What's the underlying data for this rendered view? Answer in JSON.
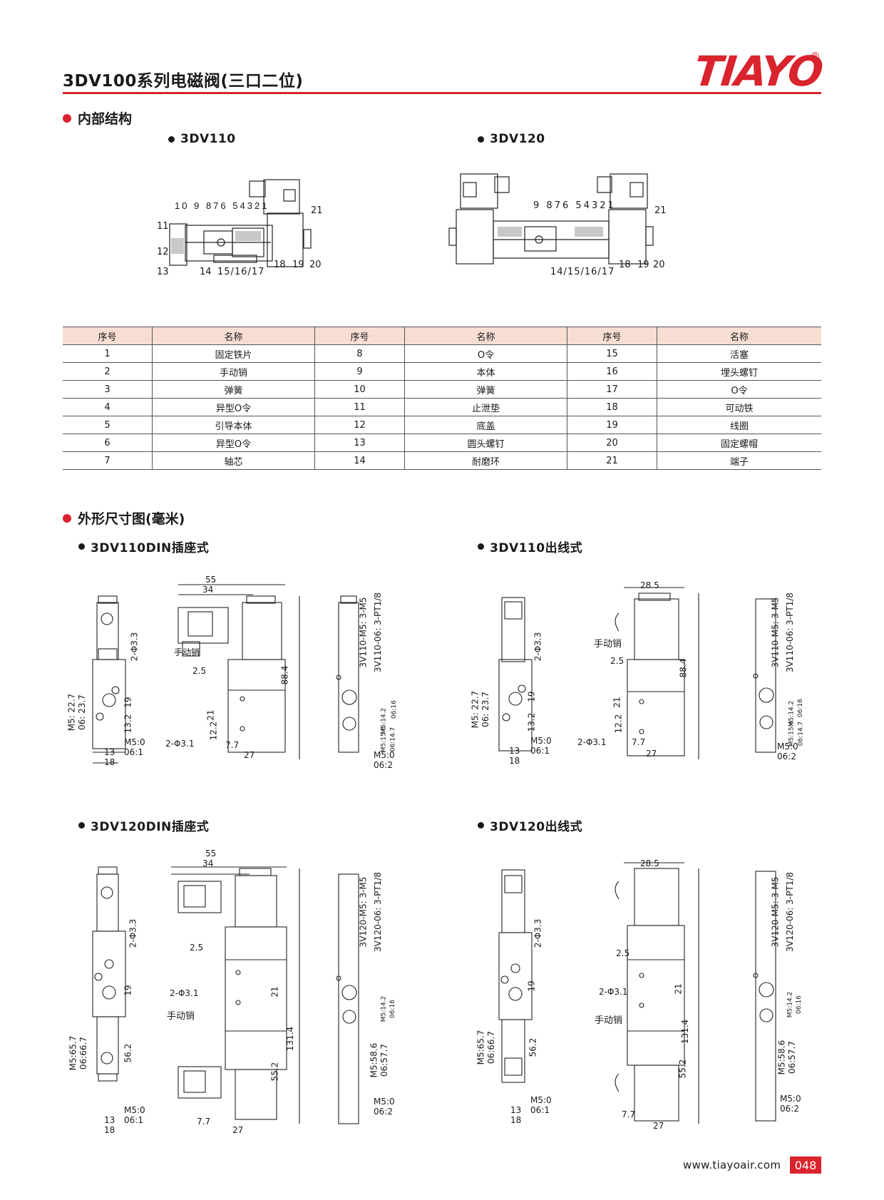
{
  "header": {
    "title": "3DV100系列电磁阀(三口二位)",
    "logo": "TIAYO",
    "logo_mark": "®"
  },
  "section_internal": {
    "title": "内部结构",
    "left_model": "3DV110",
    "right_model": "3DV120"
  },
  "callouts": [
    "1",
    "2",
    "3",
    "4",
    "5",
    "6",
    "7",
    "8",
    "9",
    "10",
    "11",
    "12",
    "13",
    "14",
    "15",
    "16",
    "17",
    "18",
    "19",
    "20",
    "21"
  ],
  "parts_table": {
    "col_no": "序号",
    "col_name": "名称",
    "rows": [
      [
        {
          "no": "1",
          "name": "固定铁片"
        },
        {
          "no": "8",
          "name": "O令"
        },
        {
          "no": "15",
          "name": "活塞"
        }
      ],
      [
        {
          "no": "2",
          "name": "手动销"
        },
        {
          "no": "9",
          "name": "本体"
        },
        {
          "no": "16",
          "name": "埋头螺钉"
        }
      ],
      [
        {
          "no": "3",
          "name": "弹簧"
        },
        {
          "no": "10",
          "name": "弹簧"
        },
        {
          "no": "17",
          "name": "O令"
        }
      ],
      [
        {
          "no": "4",
          "name": "异型O令"
        },
        {
          "no": "11",
          "name": "止泄垫"
        },
        {
          "no": "18",
          "name": "可动铁"
        }
      ],
      [
        {
          "no": "5",
          "name": "引导本体"
        },
        {
          "no": "12",
          "name": "底盖"
        },
        {
          "no": "19",
          "name": "线圈"
        }
      ],
      [
        {
          "no": "6",
          "name": "异型O令"
        },
        {
          "no": "13",
          "name": "圆头螺钉"
        },
        {
          "no": "20",
          "name": "固定螺帽"
        }
      ],
      [
        {
          "no": "7",
          "name": "轴芯"
        },
        {
          "no": "14",
          "name": "耐磨环"
        },
        {
          "no": "21",
          "name": "端子"
        }
      ]
    ]
  },
  "section_dimensions": {
    "title": "外形尺寸图(毫米)",
    "d1": "3DV110DIN插座式",
    "d2": "3DV110出线式",
    "d3": "3DV120DIN插座式",
    "d4": "3DV120出线式"
  },
  "dims": {
    "w55": "55",
    "w34": "34",
    "w285": "28.5",
    "h884": "88.4",
    "h1314": "131.4",
    "d25": "2.5",
    "d21": "21",
    "d122": "12.2",
    "d77": "7.7",
    "d27": "27",
    "hole31": "2-Φ3.1",
    "hole33": "2-Φ3.3",
    "manual": "手动销",
    "d19": "19",
    "d132": "13.2",
    "d13": "13",
    "d18": "18",
    "d562": "56.2",
    "d552": "55.2",
    "m5_227": "M5: 22.7",
    "o6_237": "06: 23.7",
    "m5_657": "M5:65.7",
    "o6_667": "06:66.7",
    "m5_586": "M5:58.6",
    "o6_577": "06:57.7",
    "m5_0": "M5:0",
    "o6_1": "06:1",
    "o6_2": "06:2",
    "ports110_m5": "3V110-M5: 3-M5",
    "ports110_06": "3V110-06: 3-PT1/8",
    "ports120_m5": "3V120-M5: 3-M5",
    "ports120_06": "3V120-06: 3-PT1/8",
    "m5_142": "M5:14.2",
    "o6_16": "06:16",
    "m5_156": "M5:15.6",
    "o6_147": "06:14.7"
  },
  "footer": {
    "url": "www.tiayoair.com",
    "page": "048"
  },
  "colors": {
    "accent": "#d9232d",
    "table_header": "#f8ddd3"
  }
}
